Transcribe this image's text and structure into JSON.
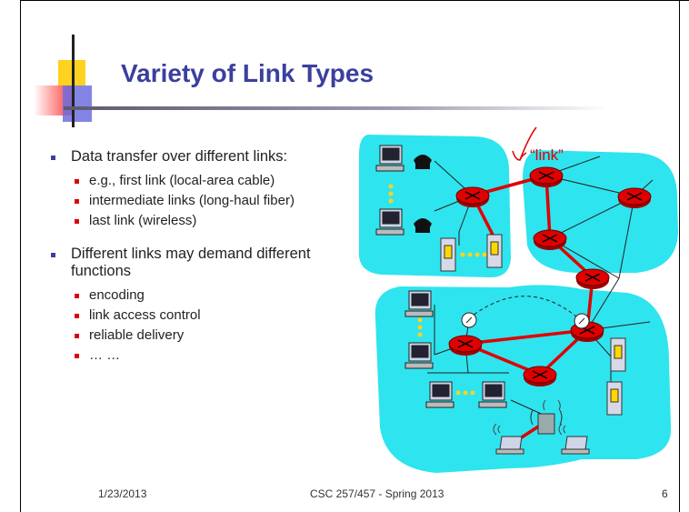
{
  "slide": {
    "title": "Variety of Link Types",
    "bullets": [
      {
        "text": "Data transfer over different links:",
        "sub": [
          "e.g., first link (local-area cable)",
          "intermediate links (long-haul fiber)",
          "last link (wireless)"
        ]
      },
      {
        "text": "Different links may demand different functions",
        "sub": [
          "encoding",
          "link access control",
          "reliable delivery",
          "… …"
        ]
      }
    ],
    "diagram_label": "“link”",
    "footer": {
      "date": "1/23/2013",
      "course": "CSC 257/457 - Spring 2013",
      "page": "6"
    }
  },
  "colors": {
    "title": "#3b3f9e",
    "cloud": "#2ee4ef",
    "router": "#e00000",
    "link": "#e00000",
    "bullet_sub": "#e00000"
  }
}
